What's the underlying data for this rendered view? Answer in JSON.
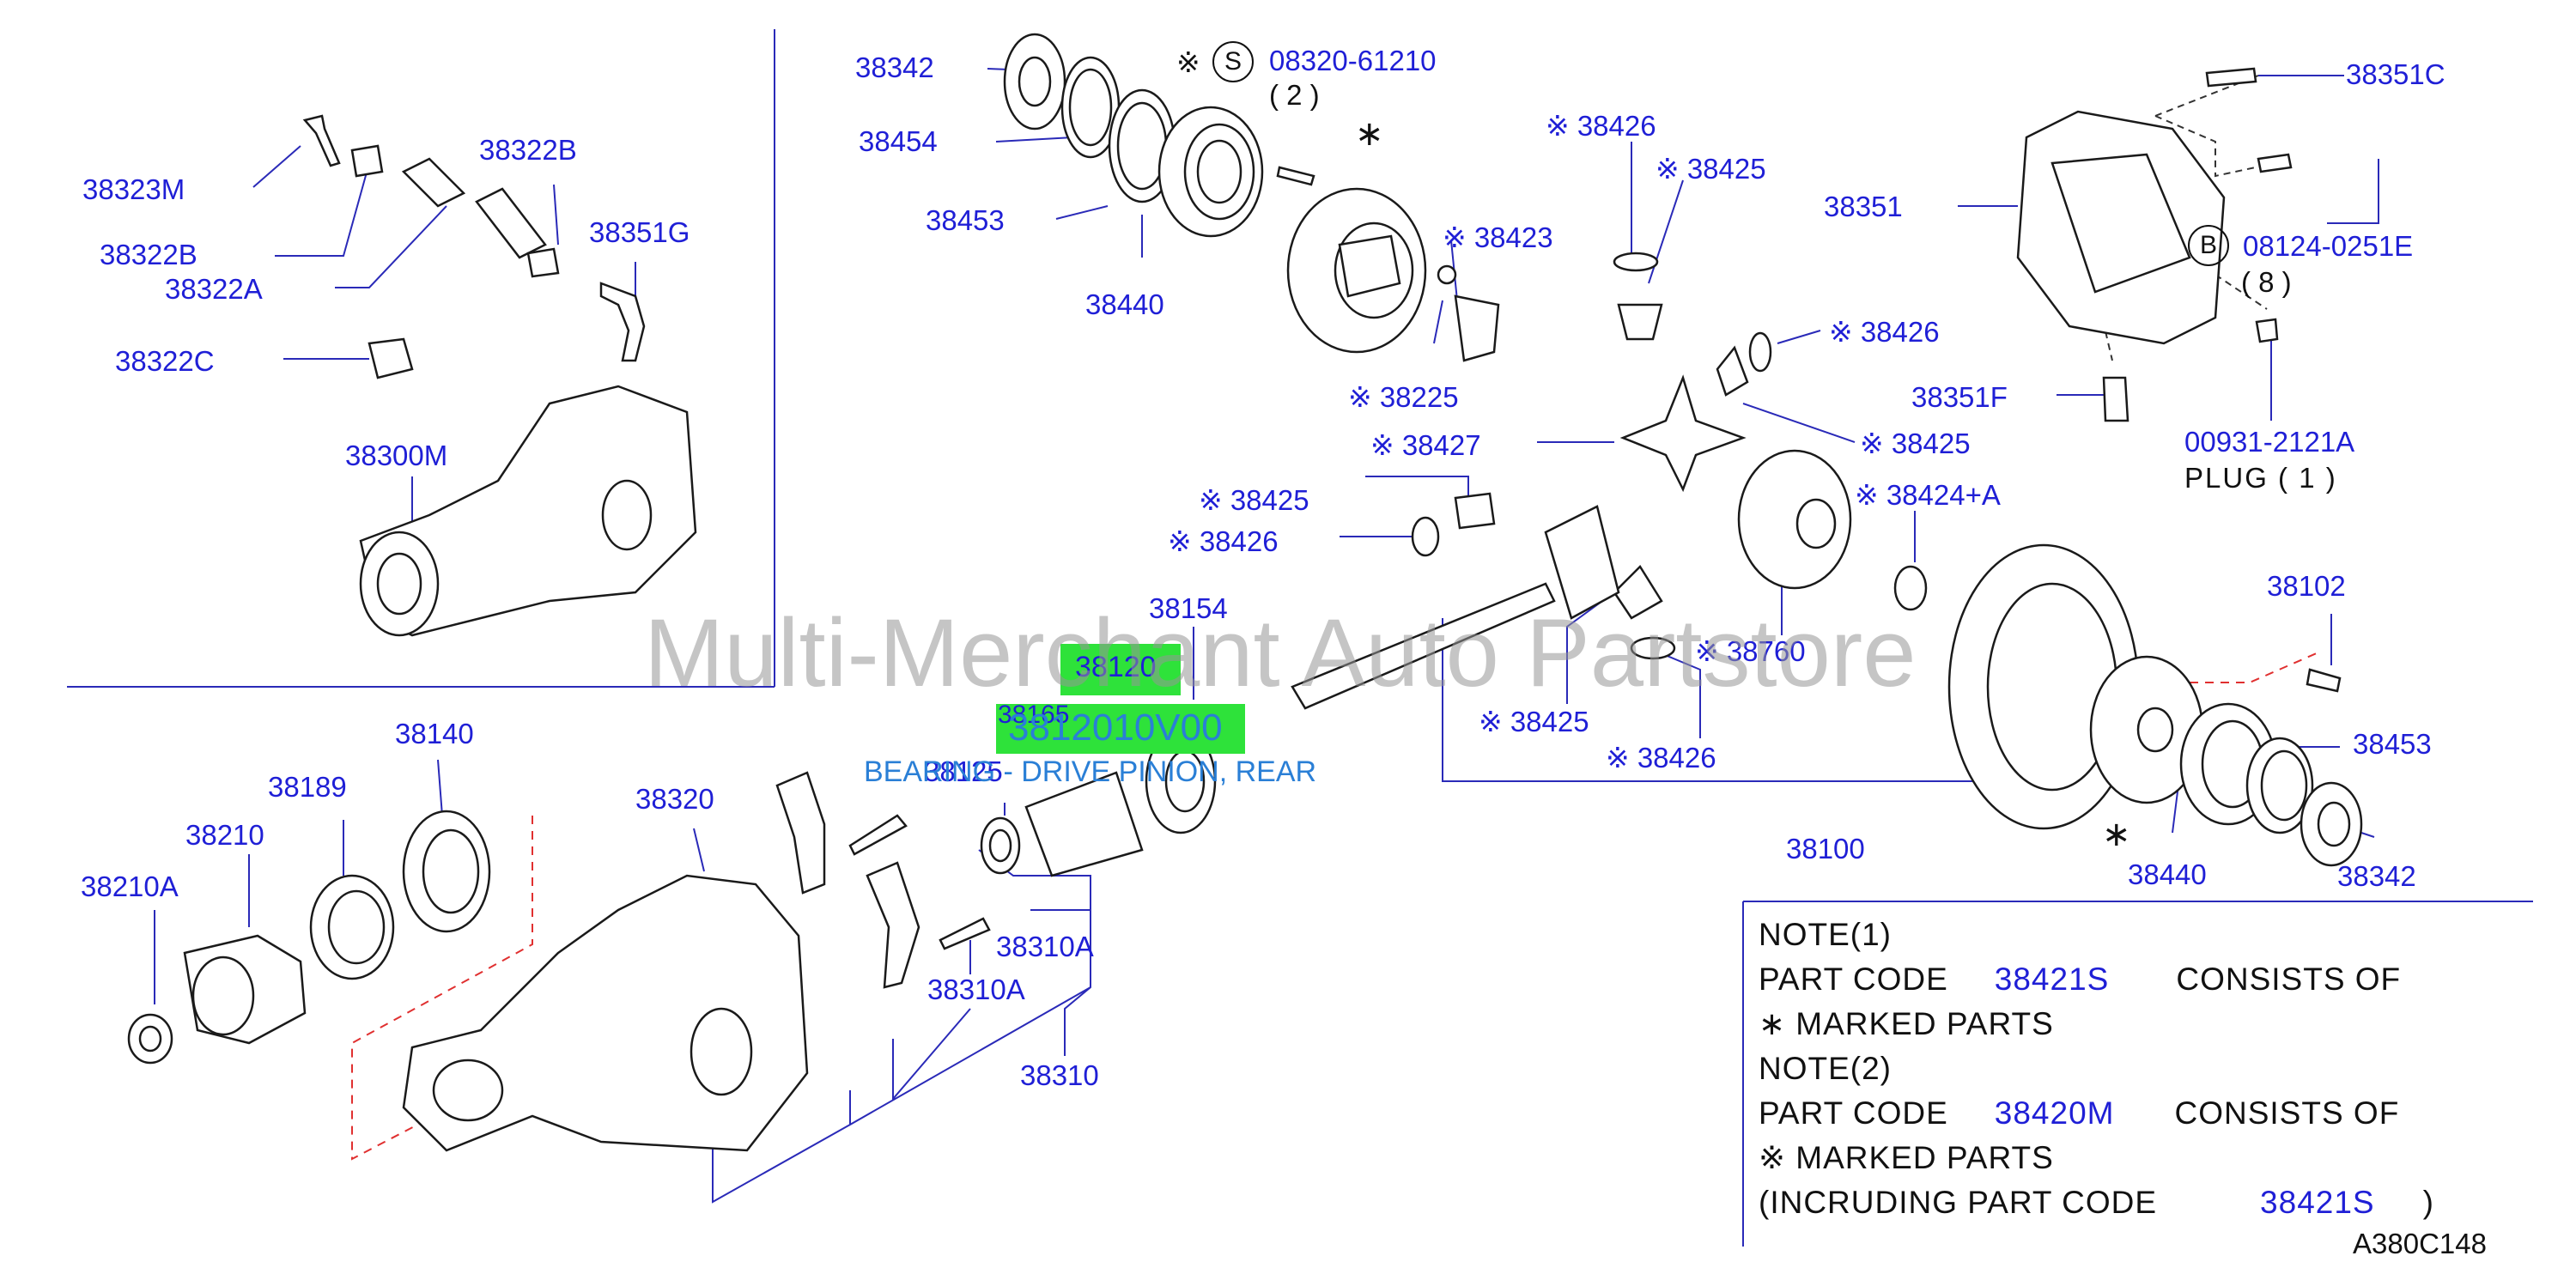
{
  "watermark": "Multi-Merchant Auto Partstore",
  "diagram_code": "A380C148",
  "highlight": {
    "small_label": "38120",
    "part_number": "3812010V00",
    "description": "BEARING - DRIVE PINION, REAR"
  },
  "labels": {
    "l38342a": "38342",
    "l38454": "38454",
    "l38453a": "38453",
    "l38440a": "38440",
    "s_mark": "※",
    "s_circle": "S",
    "l0832061210": "08320-61210",
    "qty2": "( 2 )",
    "star_a": "∗",
    "l38423": "※ 38423",
    "l38225": "※ 38225",
    "l38426a": "※ 38426",
    "l38425a": "※ 38425",
    "l38426b": "※ 38426",
    "l38427": "※ 38427",
    "l38425b": "※ 38425",
    "l38425c": "※ 38425",
    "l38426c": "※ 38426",
    "l38424a": "※ 38424+A",
    "l38760": "※ 38760",
    "l38425d": "※ 38425",
    "l38426d": "※ 38426",
    "l38154": "38154",
    "l38165": "38165",
    "l38125": "38125",
    "l38100": "38100",
    "l38102": "38102",
    "l38453b": "38453",
    "l38440b": "38440",
    "l38342b": "38342",
    "star_b": "∗",
    "l38351c": "38351C",
    "l38351": "38351",
    "b_circle": "B",
    "l081240251e": "08124-0251E",
    "qty8": "( 8 )",
    "l38351f": "38351F",
    "l009312121a": "00931-2121A",
    "plug": "PLUG ( 1 )",
    "l38323m": "38323M",
    "l38322b_a": "38322B",
    "l38322b_b": "38322B",
    "l38322a": "38322A",
    "l38351g": "38351G",
    "l38322c": "38322C",
    "l38300m": "38300M",
    "l38140": "38140",
    "l38189": "38189",
    "l38210": "38210",
    "l38210a": "38210A",
    "l38320": "38320",
    "l38310a_a": "38310A",
    "l38310a_b": "38310A",
    "l38310": "38310"
  },
  "notes": {
    "note1_title": "NOTE(1)",
    "note1_prefix": "PART CODE",
    "note1_code": "38421S",
    "note1_suffix": "CONSISTS OF",
    "note1_mark": "∗ MARKED PARTS",
    "note2_title": "NOTE(2)",
    "note2_prefix": "PART CODE",
    "note2_code": "38420M",
    "note2_suffix": "CONSISTS OF",
    "note2_mark": "※ MARKED PARTS",
    "note3_prefix": "(INCRUDING PART CODE",
    "note3_code": "38421S",
    "note3_suffix": ")"
  },
  "colors": {
    "label_blue": "#1f1fd6",
    "highlight_green": "#2ee23a",
    "highlight_text_blue": "#2a7fd6",
    "dashed_red": "#e03030",
    "line_blue": "#2a2ab8"
  }
}
